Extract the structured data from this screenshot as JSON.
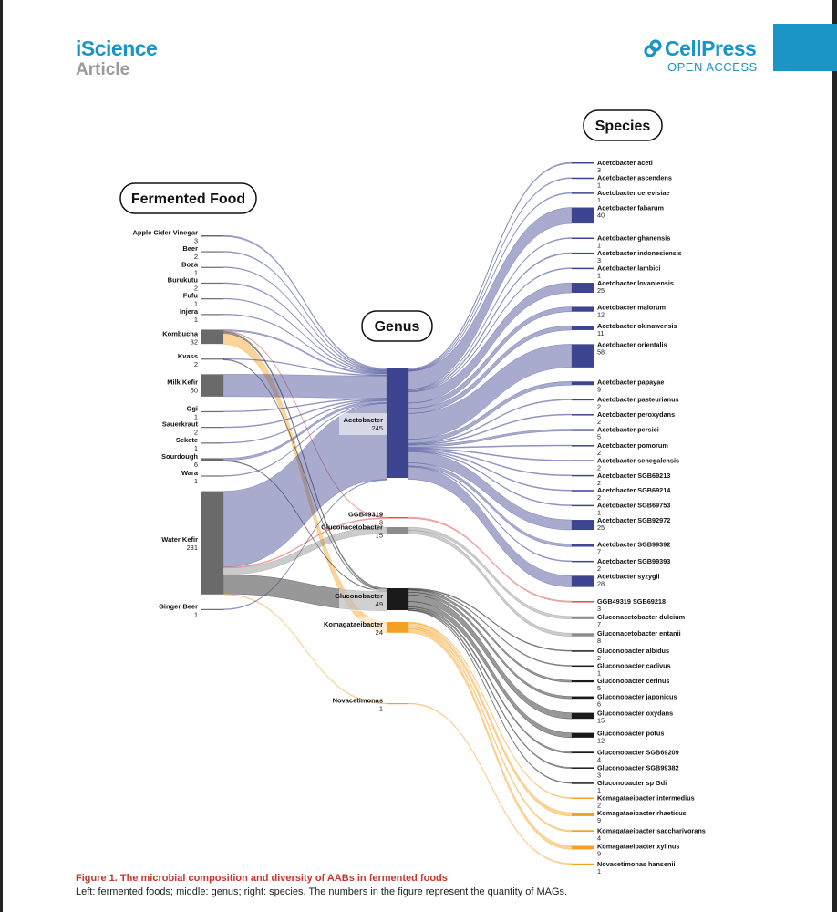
{
  "header": {
    "journal": "iScience",
    "article_type": "Article",
    "publisher": "CellPress",
    "access": "OPEN ACCESS",
    "brand_color": "#1a95c6"
  },
  "figure": {
    "headers": {
      "food": "Fermented Food",
      "genus": "Genus",
      "species": "Species"
    },
    "caption_title": "Figure 1.  The microbial composition and diversity of AABs in fermented foods",
    "caption_text": "Left: fermented foods; middle: genus; right: species. The numbers in the figure represent the quantity of MAGs."
  },
  "chart_data": {
    "type": "sankey",
    "colors": {
      "Acetobacter": "#3d4590",
      "GGB49319": "#d9534f",
      "Gluconacetobacter": "#8c8c8c",
      "Gluconobacter": "#1a1a1a",
      "Komagataeibacter": "#f4a020",
      "Novacetimonas": "#f4a020",
      "food": "#6a6a6a"
    },
    "foods": [
      {
        "name": "Apple Cider Vinegar",
        "value": 3
      },
      {
        "name": "Beer",
        "value": 2
      },
      {
        "name": "Boza",
        "value": 1
      },
      {
        "name": "Burukutu",
        "value": 2
      },
      {
        "name": "Fufu",
        "value": 1
      },
      {
        "name": "Injera",
        "value": 1
      },
      {
        "name": "Kombucha",
        "value": 32
      },
      {
        "name": "Kvass",
        "value": 2
      },
      {
        "name": "Milk Kefir",
        "value": 50
      },
      {
        "name": "Ogi",
        "value": 1
      },
      {
        "name": "Sauerkraut",
        "value": 2
      },
      {
        "name": "Sekete",
        "value": 1
      },
      {
        "name": "Sourdough",
        "value": 6
      },
      {
        "name": "Wara",
        "value": 1
      },
      {
        "name": "Water Kefir",
        "value": 231
      },
      {
        "name": "Ginger Beer",
        "value": 1
      }
    ],
    "genera": [
      {
        "name": "Acetobacter",
        "value": 245
      },
      {
        "name": "GGB49319",
        "value": 3
      },
      {
        "name": "Gluconacetobacter",
        "value": 15
      },
      {
        "name": "Gluconobacter",
        "value": 49
      },
      {
        "name": "Komagataeibacter",
        "value": 24
      },
      {
        "name": "Novacetimonas",
        "value": 1
      }
    ],
    "species": [
      {
        "name": "Acetobacter aceti",
        "value": 3,
        "genus": "Acetobacter"
      },
      {
        "name": "Acetobacter ascendens",
        "value": 1,
        "genus": "Acetobacter"
      },
      {
        "name": "Acetobacter cerevisiae",
        "value": 1,
        "genus": "Acetobacter"
      },
      {
        "name": "Acetobacter fabarum",
        "value": 40,
        "genus": "Acetobacter"
      },
      {
        "name": "Acetobacter ghanensis",
        "value": 1,
        "genus": "Acetobacter"
      },
      {
        "name": "Acetobacter indonesiensis",
        "value": 3,
        "genus": "Acetobacter"
      },
      {
        "name": "Acetobacter lambici",
        "value": 1,
        "genus": "Acetobacter"
      },
      {
        "name": "Acetobacter lovaniensis",
        "value": 25,
        "genus": "Acetobacter"
      },
      {
        "name": "Acetobacter malorum",
        "value": 12,
        "genus": "Acetobacter"
      },
      {
        "name": "Acetobacter okinawensis",
        "value": 11,
        "genus": "Acetobacter"
      },
      {
        "name": "Acetobacter orientalis",
        "value": 58,
        "genus": "Acetobacter"
      },
      {
        "name": "Acetobacter papayae",
        "value": 9,
        "genus": "Acetobacter"
      },
      {
        "name": "Acetobacter pasteurianus",
        "value": 2,
        "genus": "Acetobacter"
      },
      {
        "name": "Acetobacter peroxydans",
        "value": 2,
        "genus": "Acetobacter"
      },
      {
        "name": "Acetobacter persici",
        "value": 5,
        "genus": "Acetobacter"
      },
      {
        "name": "Acetobacter pomorum",
        "value": 2,
        "genus": "Acetobacter"
      },
      {
        "name": "Acetobacter senegalensis",
        "value": 2,
        "genus": "Acetobacter"
      },
      {
        "name": "Acetobacter SGB69213",
        "value": 2,
        "genus": "Acetobacter"
      },
      {
        "name": "Acetobacter SGB69214",
        "value": 2,
        "genus": "Acetobacter"
      },
      {
        "name": "Acetobacter SGB69753",
        "value": 1,
        "genus": "Acetobacter"
      },
      {
        "name": "Acetobacter SGB92972",
        "value": 25,
        "genus": "Acetobacter"
      },
      {
        "name": "Acetobacter SGB99392",
        "value": 7,
        "genus": "Acetobacter"
      },
      {
        "name": "Acetobacter SGB99393",
        "value": 2,
        "genus": "Acetobacter"
      },
      {
        "name": "Acetobacter syzygii",
        "value": 28,
        "genus": "Acetobacter"
      },
      {
        "name": "GGB49319 SGB69218",
        "value": 3,
        "genus": "GGB49319"
      },
      {
        "name": "Gluconacetobacter dulcium",
        "value": 7,
        "genus": "Gluconacetobacter"
      },
      {
        "name": "Gluconacetobacter entanii",
        "value": 8,
        "genus": "Gluconacetobacter"
      },
      {
        "name": "Gluconobacter albidus",
        "value": 2,
        "genus": "Gluconobacter"
      },
      {
        "name": "Gluconobacter cadivus",
        "value": 1,
        "genus": "Gluconobacter"
      },
      {
        "name": "Gluconobacter cerinus",
        "value": 5,
        "genus": "Gluconobacter"
      },
      {
        "name": "Gluconobacter japonicus",
        "value": 6,
        "genus": "Gluconobacter"
      },
      {
        "name": "Gluconobacter oxydans",
        "value": 15,
        "genus": "Gluconobacter"
      },
      {
        "name": "Gluconobacter potus",
        "value": 12,
        "genus": "Gluconobacter"
      },
      {
        "name": "Gluconobacter SGB69209",
        "value": 4,
        "genus": "Gluconobacter"
      },
      {
        "name": "Gluconobacter SGB99382",
        "value": 3,
        "genus": "Gluconobacter"
      },
      {
        "name": "Gluconobacter sp Gdi",
        "value": 1,
        "genus": "Gluconobacter"
      },
      {
        "name": "Komagataeibacter intermedius",
        "value": 2,
        "genus": "Komagataeibacter"
      },
      {
        "name": "Komagataeibacter rhaeticus",
        "value": 9,
        "genus": "Komagataeibacter"
      },
      {
        "name": "Komagataeibacter saccharivorans",
        "value": 4,
        "genus": "Komagataeibacter"
      },
      {
        "name": "Komagataeibacter xylinus",
        "value": 9,
        "genus": "Komagataeibacter"
      },
      {
        "name": "Novacetimonas hansenii",
        "value": 1,
        "genus": "Novacetimonas"
      }
    ],
    "food_links": [
      {
        "source": "Apple Cider Vinegar",
        "target": "Acetobacter",
        "value": 3
      },
      {
        "source": "Beer",
        "target": "Acetobacter",
        "value": 2
      },
      {
        "source": "Boza",
        "target": "Acetobacter",
        "value": 1
      },
      {
        "source": "Burukutu",
        "target": "Acetobacter",
        "value": 2
      },
      {
        "source": "Fufu",
        "target": "Acetobacter",
        "value": 1
      },
      {
        "source": "Injera",
        "target": "Acetobacter",
        "value": 1
      },
      {
        "source": "Kombucha",
        "target": "Acetobacter",
        "value": 3
      },
      {
        "source": "Kombucha",
        "target": "GGB49319",
        "value": 1
      },
      {
        "source": "Kombucha",
        "target": "Gluconobacter",
        "value": 4
      },
      {
        "source": "Kombucha",
        "target": "Komagataeibacter",
        "value": 24
      },
      {
        "source": "Kvass",
        "target": "Acetobacter",
        "value": 1
      },
      {
        "source": "Kvass",
        "target": "Gluconobacter",
        "value": 1
      },
      {
        "source": "Milk Kefir",
        "target": "Acetobacter",
        "value": 50
      },
      {
        "source": "Ogi",
        "target": "Acetobacter",
        "value": 1
      },
      {
        "source": "Sauerkraut",
        "target": "Acetobacter",
        "value": 2
      },
      {
        "source": "Sekete",
        "target": "Acetobacter",
        "value": 1
      },
      {
        "source": "Sourdough",
        "target": "Acetobacter",
        "value": 5
      },
      {
        "source": "Sourdough",
        "target": "Gluconobacter",
        "value": 1
      },
      {
        "source": "Wara",
        "target": "Acetobacter",
        "value": 1
      },
      {
        "source": "Water Kefir",
        "target": "Acetobacter",
        "value": 170
      },
      {
        "source": "Water Kefir",
        "target": "GGB49319",
        "value": 2
      },
      {
        "source": "Water Kefir",
        "target": "Gluconacetobacter",
        "value": 15
      },
      {
        "source": "Water Kefir",
        "target": "Gluconobacter",
        "value": 43
      },
      {
        "source": "Water Kefir",
        "target": "Novacetimonas",
        "value": 1
      },
      {
        "source": "Ginger Beer",
        "target": "Acetobacter",
        "value": 1
      }
    ]
  }
}
